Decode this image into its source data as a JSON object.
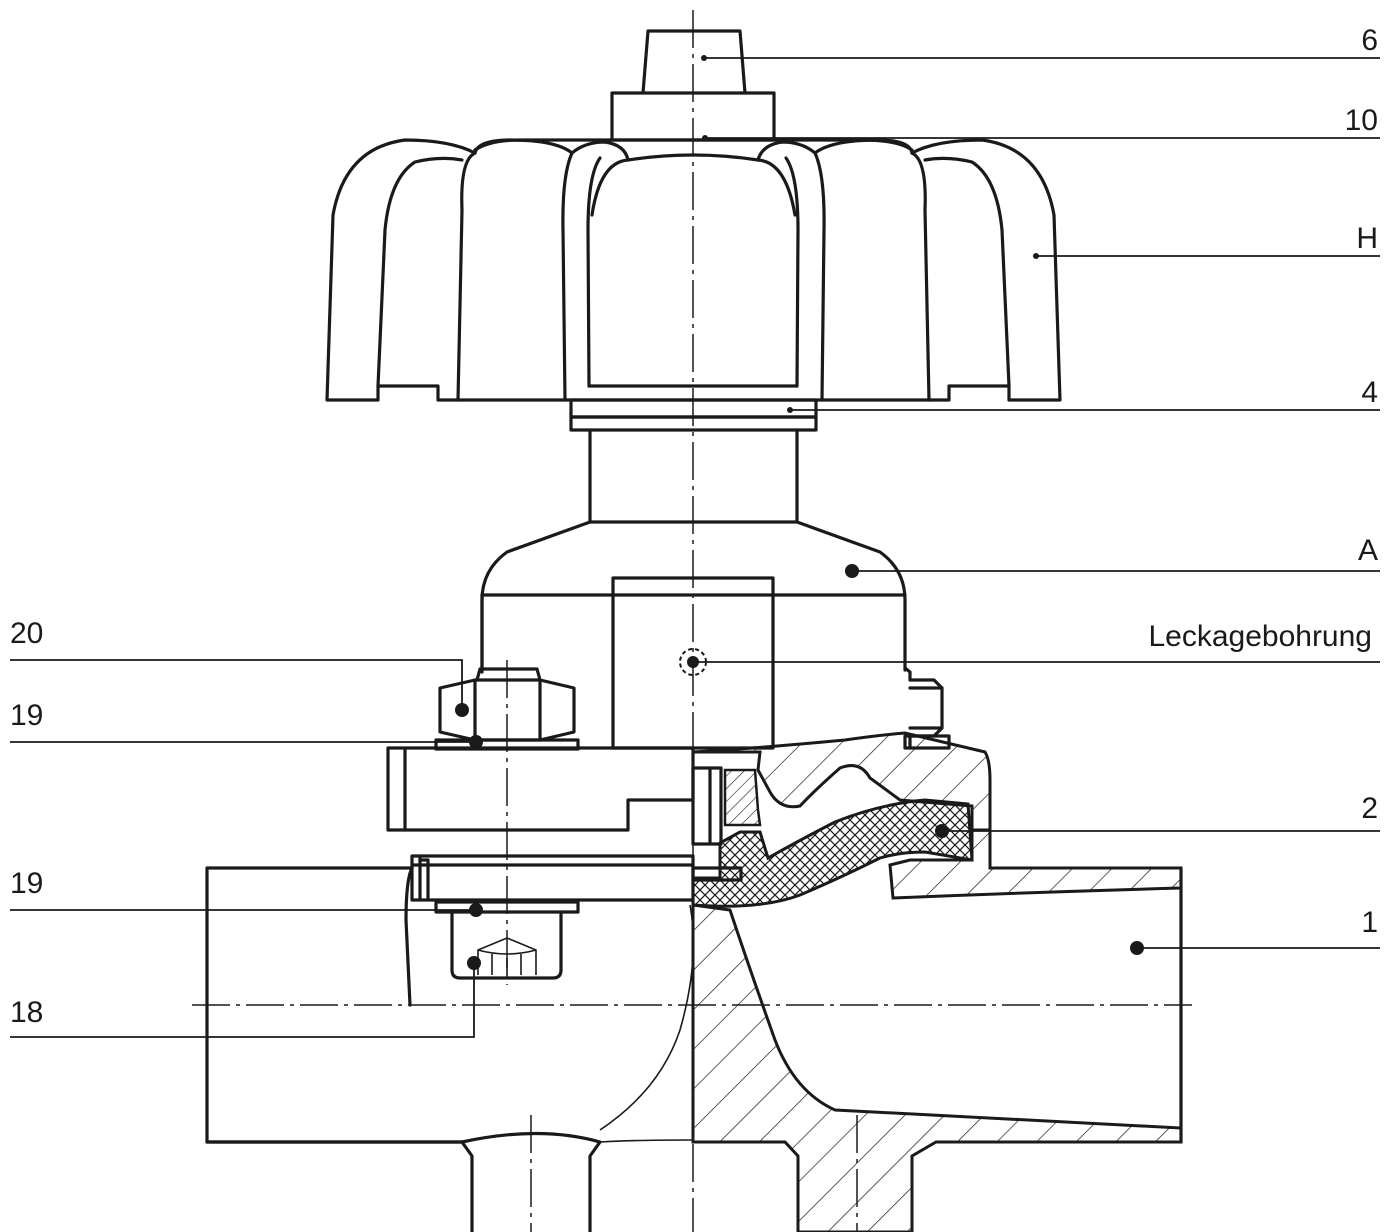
{
  "callouts": [
    {
      "id": "6",
      "text": "6"
    },
    {
      "id": "10",
      "text": "10"
    },
    {
      "id": "H",
      "text": "H"
    },
    {
      "id": "4",
      "text": "4"
    },
    {
      "id": "A",
      "text": "A"
    },
    {
      "id": "leak",
      "text": "Leckagebohrung"
    },
    {
      "id": "20",
      "text": "20"
    },
    {
      "id": "19a",
      "text": "19"
    },
    {
      "id": "2",
      "text": "2"
    },
    {
      "id": "19b",
      "text": "19"
    },
    {
      "id": "1",
      "text": "1"
    },
    {
      "id": "18",
      "text": "18"
    }
  ]
}
